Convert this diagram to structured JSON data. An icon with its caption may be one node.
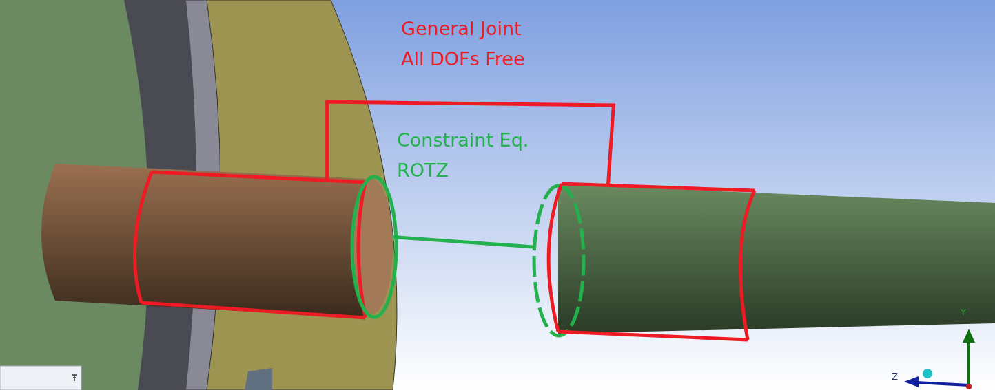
{
  "diagram": {
    "nodes": [
      {
        "text": [],
        "shape": "box"
      },
      {
        "text": [],
        "shape": "circle"
      },
      {
        "text": [],
        "shape": "circle"
      },
      {
        "text": [],
        "shape": "box"
      }
    ],
    "edges": [
      {
        "from": 0,
        "to": 3,
        "arrow": "none",
        "label": "General Joint All DOFs Free",
        "color": "#ed1c24"
      },
      {
        "from": 1,
        "to": 2,
        "arrow": "none",
        "label": "Constraint Eq. ROTZ",
        "color": "#22b14c"
      }
    ],
    "labels": [
      "Y",
      "Z"
    ]
  }
}
